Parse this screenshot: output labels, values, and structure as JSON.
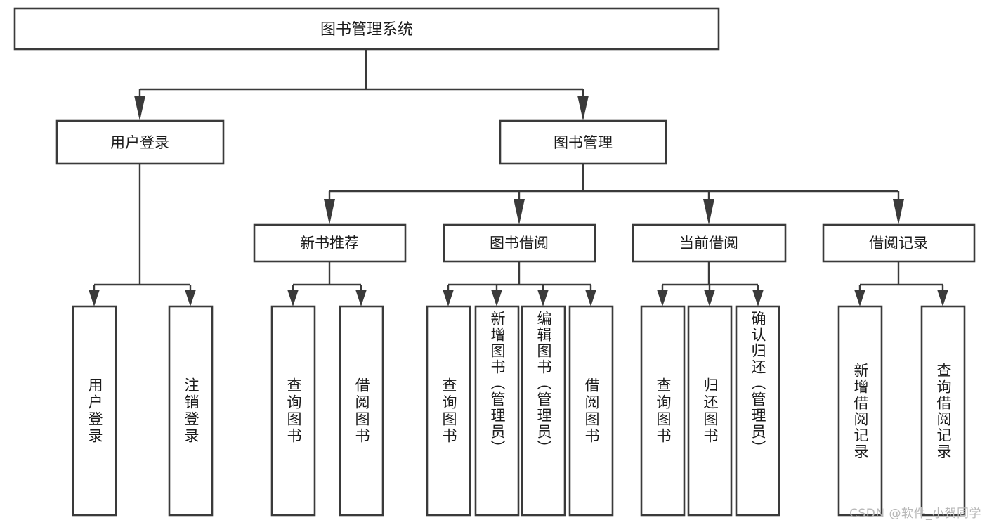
{
  "diagram": {
    "type": "tree-hierarchy",
    "root": {
      "id": "root",
      "label": "图书管理系统"
    },
    "level2": [
      {
        "id": "user-login",
        "label": "用户登录"
      },
      {
        "id": "book-management",
        "label": "图书管理"
      }
    ],
    "level3": [
      {
        "id": "new-book-recommend",
        "label": "新书推荐",
        "parent": "book-management"
      },
      {
        "id": "book-borrow",
        "label": "图书借阅",
        "parent": "book-management"
      },
      {
        "id": "current-borrow",
        "label": "当前借阅",
        "parent": "book-management"
      },
      {
        "id": "borrow-record",
        "label": "借阅记录",
        "parent": "book-management"
      }
    ],
    "leaves": {
      "user-login": [
        {
          "id": "leaf-user-login",
          "label": "用户登录"
        },
        {
          "id": "leaf-logout-login",
          "label": "注销登录"
        }
      ],
      "new-book-recommend": [
        {
          "id": "leaf-query-book-1",
          "label": "查询图书"
        },
        {
          "id": "leaf-borrow-book-1",
          "label": "借阅图书"
        }
      ],
      "book-borrow": [
        {
          "id": "leaf-query-book-2",
          "label": "查询图书"
        },
        {
          "id": "leaf-add-book",
          "label": "新增图书（管理员）"
        },
        {
          "id": "leaf-edit-book",
          "label": "编辑图书（管理员）"
        },
        {
          "id": "leaf-borrow-book-2",
          "label": "借阅图书"
        }
      ],
      "current-borrow": [
        {
          "id": "leaf-query-book-3",
          "label": "查询图书"
        },
        {
          "id": "leaf-return-book",
          "label": "归还图书"
        },
        {
          "id": "leaf-confirm-return",
          "label": "确认归还（管理员）"
        }
      ],
      "borrow-record": [
        {
          "id": "leaf-add-record",
          "label": "新增借阅记录"
        },
        {
          "id": "leaf-query-record",
          "label": "查询借阅记录"
        }
      ]
    },
    "colors": {
      "stroke": "#3a3a3a",
      "fill": "#ffffff",
      "text": "#1b1b1b",
      "watermark": "#b8b8b8"
    }
  },
  "watermark": {
    "text": "CSDN @软件_小贺同学"
  }
}
